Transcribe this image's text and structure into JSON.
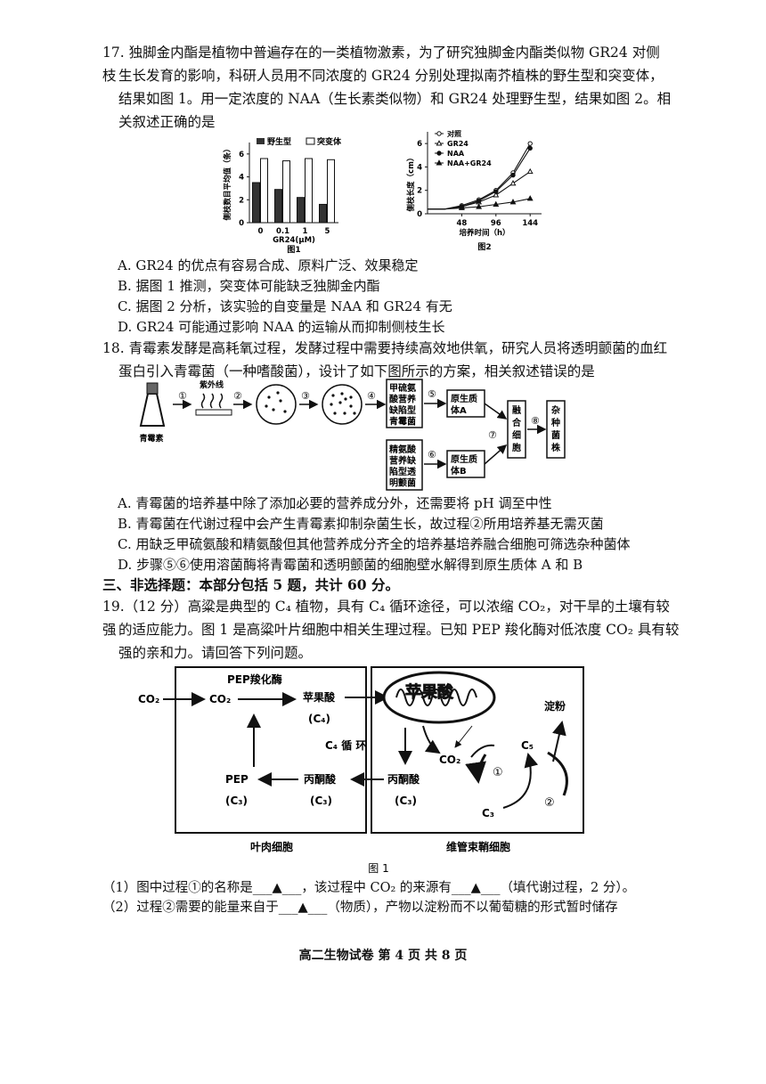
{
  "q17": {
    "l1": "17. 独脚金内酯是植物中普遍存在的一类植物激素，为了研究独脚金内酯类似物 GR24 对侧枝",
    "l2": "生长发育的影响，科研人员用不同浓度的 GR24 分别处理拟南芥植株的野生型和突变体，",
    "l3": "结果如图 1。用一定浓度的 NAA（生长素类似物）和 GR24 处理野生型，结果如图 2。相",
    "l4": "关叙述正确的是",
    "options": [
      "A. GR24 的优点有容易合成、原料广泛、效果稳定",
      "B. 据图 1 推测，突变体可能缺乏独脚金内酯",
      "C. 据图 2 分析，该实验的自变量是 NAA 和 GR24 有无",
      "D. GR24 可能通过影响 NAA 的运输从而抑制侧枝生长"
    ]
  },
  "fig1": {
    "ylabel": "侧枝数目平均值（条）",
    "xlabel": "GR24(μM)",
    "caption": "图1",
    "legend": [
      "野生型",
      "突变体"
    ],
    "yticks": [
      "0",
      "2",
      "4",
      "6"
    ]
  },
  "fig2": {
    "ylabel": "侧枝长度（cm）",
    "xlabel": "培养时间（h）",
    "caption": "图2",
    "legend": [
      "对照",
      "GR24",
      "NAA",
      "NAA+GR24"
    ],
    "yticks": [
      "0",
      "2",
      "4",
      "6"
    ],
    "xticks": [
      "48",
      "96",
      "144"
    ]
  },
  "chart_data": [
    {
      "type": "bar",
      "xlabel": "GR24(μM)",
      "ylabel": "侧枝数目平均值（条）",
      "categories": [
        "0",
        "0.1",
        "1",
        "5"
      ],
      "series": [
        {
          "name": "野生型",
          "values": [
            3.5,
            2.9,
            2.2,
            1.6
          ]
        },
        {
          "name": "突变体",
          "values": [
            5.6,
            5.4,
            5.6,
            5.5
          ]
        }
      ],
      "ylim": [
        0,
        7
      ]
    },
    {
      "type": "line",
      "xlabel": "培养时间（h）",
      "ylabel": "侧枝长度（cm）",
      "x": [
        0,
        24,
        48,
        72,
        96,
        120,
        144
      ],
      "series": [
        {
          "name": "对照",
          "values": [
            0.4,
            0.4,
            0.7,
            1.2,
            2.0,
            3.5,
            6.0
          ]
        },
        {
          "name": "GR24",
          "values": [
            0.4,
            0.4,
            0.6,
            1.0,
            1.6,
            2.6,
            3.6
          ]
        },
        {
          "name": "NAA",
          "values": [
            0.4,
            0.4,
            0.6,
            1.1,
            1.9,
            3.3,
            5.6
          ]
        },
        {
          "name": "NAA+GR24",
          "values": [
            0.4,
            0.4,
            0.5,
            0.6,
            0.8,
            1.0,
            1.3
          ]
        }
      ],
      "xlim": [
        0,
        160
      ],
      "ylim": [
        0,
        7
      ]
    }
  ],
  "q18": {
    "l1": "18. 青霉素发酵是高耗氧过程，发酵过程中需要持续高效地供氧，研究人员将透明颤菌的血红",
    "l2": "蛋白引入青霉菌（一种嗜酸菌），设计了如下图所示的方案，相关叙述错误的是",
    "options": [
      "A. 青霉菌的培养基中除了添加必要的营养成分外，还需要将 pH 调至中性",
      "B. 青霉菌在代谢过程中会产生青霉素抑制杂菌生长，故过程②所用培养基无需灭菌",
      "C. 用缺乏甲硫氨酸和精氨酸但其他营养成分齐全的培养基培养融合细胞可筛选杂种菌体",
      "D. 步骤⑤⑥使用溶菌酶将青霉菌和透明颤菌的细胞壁水解得到原生质体 A 和 B"
    ]
  },
  "flow": {
    "qingmeisu": "青霉素",
    "uv": "紫外线",
    "n1": "①",
    "n2": "②",
    "n3": "③",
    "n4": "④",
    "n5": "⑤",
    "n6": "⑥",
    "n7": "⑦",
    "n8": "⑧",
    "box1": [
      "甲硫氨",
      "酸营养",
      "缺陷型",
      "青霉菌"
    ],
    "box2": [
      "精氨酸",
      "营养缺",
      "陷型透",
      "明颤菌"
    ],
    "protoA": [
      "原生质",
      "体A"
    ],
    "protoB": [
      "原生质",
      "体B"
    ],
    "fusion": [
      "融",
      "合",
      "细",
      "胞"
    ],
    "hybrid": [
      "杂",
      "种",
      "菌",
      "株"
    ]
  },
  "section3": "三、非选择题：本部分包括 5 题，共计 60 分。",
  "q19": {
    "l1": "19.（12 分）高粱是典型的 C₄ 植物，具有 C₄ 循环途径，可以浓缩 CO₂，对干旱的土壤有较强",
    "l2": "的适应能力。图 1 是高粱叶片细胞中相关生理过程。已知 PEP 羧化酶对低浓度 CO₂ 具有较",
    "l3": "强的亲和力。请回答下列问题。",
    "fill1": "（1）图中过程①的名称是___▲___，该过程中 CO₂ 的来源有___▲___（填代谢过程，2 分）。",
    "fill2": "（2）过程②需要的能量来自于___▲___（物质），产物以淀粉而不以葡萄糖的形式暂时储存"
  },
  "diag": {
    "co2_out": "CO₂",
    "co2_in": "CO₂",
    "pep_enzyme": "PEP羧化酶",
    "malate": "苹果酸",
    "c4": "(C₄)",
    "c4cycle": "C₄ 循 环",
    "pyruvate": "丙酮酸",
    "c3": "(C₃)",
    "pep": "PEP",
    "mito_malate": "苹果酸",
    "co2_bs": "CO₂",
    "pyruvate_bs": "丙酮酸",
    "c3_bs": "(C₃)",
    "c5": "C₅",
    "c3b": "C₃",
    "starch": "淀粉",
    "p1": "①",
    "p2": "②",
    "mesophyll": "叶肉细胞",
    "bundle": "维管束鞘细胞",
    "caption": "图 1"
  },
  "footer": "高二生物试卷  第 4 页  共 8 页"
}
